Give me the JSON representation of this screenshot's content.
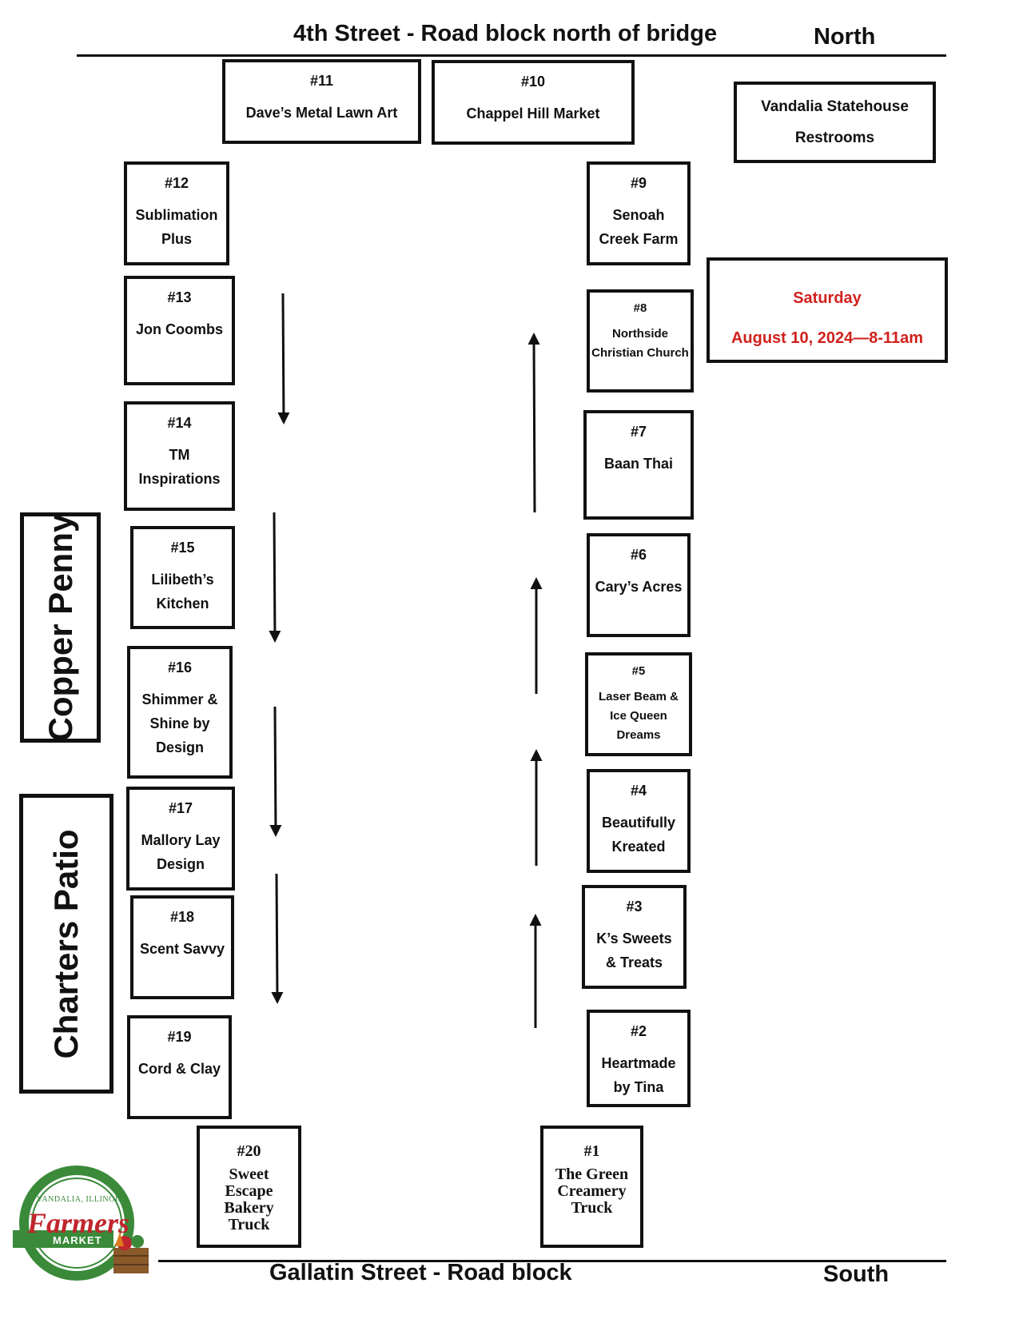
{
  "header": {
    "street": "4th Street - Road block north of bridge",
    "direction": "North"
  },
  "footer": {
    "street": "Gallatin Street - Road block",
    "direction": "South"
  },
  "restrooms": {
    "line1": "Vandalia Statehouse",
    "line2": "Restrooms"
  },
  "event": {
    "day": "Saturday",
    "date_time": "August 10, 2024—8-11am"
  },
  "venues": {
    "copper_penny": "Copper Penny",
    "charters_patio": "Charters Patio"
  },
  "logo": {
    "line1": "VANDALIA, ILLINOIS",
    "line2": "Farmers",
    "line3": "MARKET"
  },
  "colors": {
    "date_text": "#d0211c",
    "logo_green": "#3a8a3a",
    "logo_script": "#c0262d"
  },
  "booths": {
    "b1": {
      "num": "#1",
      "name": "The Green\nCreamery\nTruck"
    },
    "b2": {
      "num": "#2",
      "name": "Heartmade\nby Tina"
    },
    "b3": {
      "num": "#3",
      "name": "K’s Sweets\n& Treats"
    },
    "b4": {
      "num": "#4",
      "name": "Beautifully\nKreated"
    },
    "b5": {
      "num": "#5",
      "name": "Laser Beam &\nIce Queen\nDreams"
    },
    "b6": {
      "num": "#6",
      "name": "Cary’s Acres"
    },
    "b7": {
      "num": "#7",
      "name": "Baan Thai"
    },
    "b8": {
      "num": "#8",
      "name": "Northside\nChristian Church"
    },
    "b9": {
      "num": "#9",
      "name": "Senoah\nCreek Farm"
    },
    "b10": {
      "num": "#10",
      "name": "Chappel Hill Market"
    },
    "b11": {
      "num": "#11",
      "name": "Dave’s Metal Lawn  Art"
    },
    "b12": {
      "num": "#12",
      "name": "Sublimation\nPlus"
    },
    "b13": {
      "num": "#13",
      "name": "Jon Coombs"
    },
    "b14": {
      "num": "#14",
      "name": "TM\nInspirations"
    },
    "b15": {
      "num": "#15",
      "name": "Lilibeth’s\nKitchen"
    },
    "b16": {
      "num": "#16",
      "name": "Shimmer &\nShine by\nDesign"
    },
    "b17": {
      "num": "#17",
      "name": "Mallory Lay\nDesign"
    },
    "b18": {
      "num": "#18",
      "name": "Scent Savvy"
    },
    "b19": {
      "num": "#19",
      "name": "Cord & Clay"
    },
    "b20": {
      "num": "#20",
      "name": "Sweet\nEscape\nBakery\nTruck"
    }
  }
}
